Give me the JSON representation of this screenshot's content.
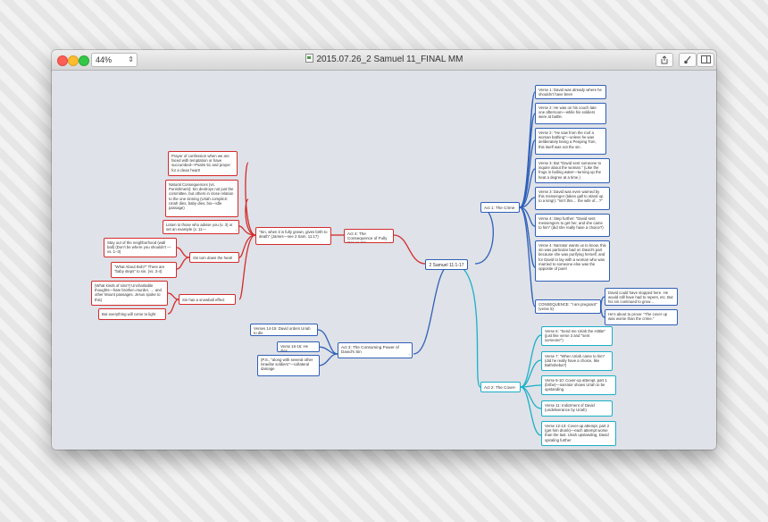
{
  "window": {
    "title": "2015.07.26_2 Samuel 11_FINAL MM",
    "zoom": "44%",
    "traffic_lights": [
      "#fc5f57",
      "#fdbc2e",
      "#33c748"
    ],
    "buttons": [
      "share-icon",
      "brush-icon",
      "sidebar-icon"
    ]
  },
  "colors": {
    "blue": "#2f5fb8",
    "red": "#d42b2b",
    "teal": "#1ab0c8",
    "canvas": "#dfe2e8"
  },
  "mindmap": {
    "root": "2 Samuel 11:1-17",
    "act1": {
      "title": "Act 1: The Crime",
      "items": [
        "Verse 1: David was already where he shouldn't have been",
        "Verse 2: He was on his couch late one afternoon—while his soldiers were at battle.",
        "Verse 2: \"He saw from the roof a woman bathing\"—unless he was deliberately being a Peeping Tom, this itself was not the sin.",
        "Verse 3: But \"David sent someone to inquire about the woman.\" (Like the frogs in boiling water—turning up the heat a degree at a time.)",
        "Verse 3: David was even warned by this messenger (takes gall to stand up to a king!): \"Isn't this… the wife of…?\"",
        "Verse 4: Step further: \"David sent messengers to get her, and she came to him\" (did she really have a choice?)",
        "Verse 4: Narrator wants us to know, this sin was particular bad on David's part because she was purifying herself, and for David to lay with a woman who was married to someone else was the opposite of pure!",
        "CONSEQUENCE: \"I am pregnant\" (verse 5)"
      ],
      "consequence_children": [
        "David could have stopped here. He would still have had to repent, etc. But his sin continued to grow…",
        "He's about to prove: \"The cover up was worse than the crime.\""
      ]
    },
    "act2": {
      "title": "Act 2: The Cover-Up",
      "items": [
        "Verse 6: \"Send me Uriah the Hittite\" (just like verse 3 and \"sent someone\")",
        "Verse 7: \"When Uriah came to him\" (did he really have a choice, like Bathsheba?)",
        "Verse 8-10: Cover-up attempt, part 1 (bribe)—narrator shows Uriah to be upstanding.",
        "Verse 11: Indictment of David (undeliverance by Uriah)",
        "Verse 12-13: Cover-up attempt, part 2 (get him drunk)—each attempt worse than the last. Uriah upstanding, David spiraling further"
      ]
    },
    "act3": {
      "title": "Act 3: The Consuming Power of David's Sin",
      "items": [
        "Verses 14-15: David orders Uriah to die",
        "Verse 16-16: He dies",
        "(P.S., \"along with several other Israelite soldiers\"—collateral damage"
      ]
    },
    "act4": {
      "title": "Act 4: The Consequence of Fully Grown Sin",
      "child": "\"Sin, when it is fully grown, gives birth to death\" (James—see 2 Sam. 11:17)",
      "branches": [
        {
          "title": "",
          "items": [
            "Prayer of confession when we are faced with temptation or have succumbed—Psalm 51 and prayer for a clean heart!",
            "Natural Consequences (vs. Punishment): Sin destroys not just the committee, but others in close relation to the one sinning (Uriah complicit: Uriah dies, baby dies, bio—idle passage)",
            "Listen to those who advise you (v. 3) or set an example (v. 11—"
          ]
        },
        {
          "title": "Sin turn down the heat!",
          "items": [
            "Stay out of the neighborhood (wall ball) (Don't be where you shouldn't — vs. 1–3)",
            "\"What About Bob?\" There are \"baby steps\" to sin. (vs. 3-4)"
          ]
        },
        {
          "title": "Sin has a snowball effect",
          "items": [
            "(What kinds of sins?) Uncharitable thoughts—hate brother=murder, … and other Mount passages. Jesus spoke to this)",
            "But everything will come to light"
          ]
        }
      ]
    }
  }
}
